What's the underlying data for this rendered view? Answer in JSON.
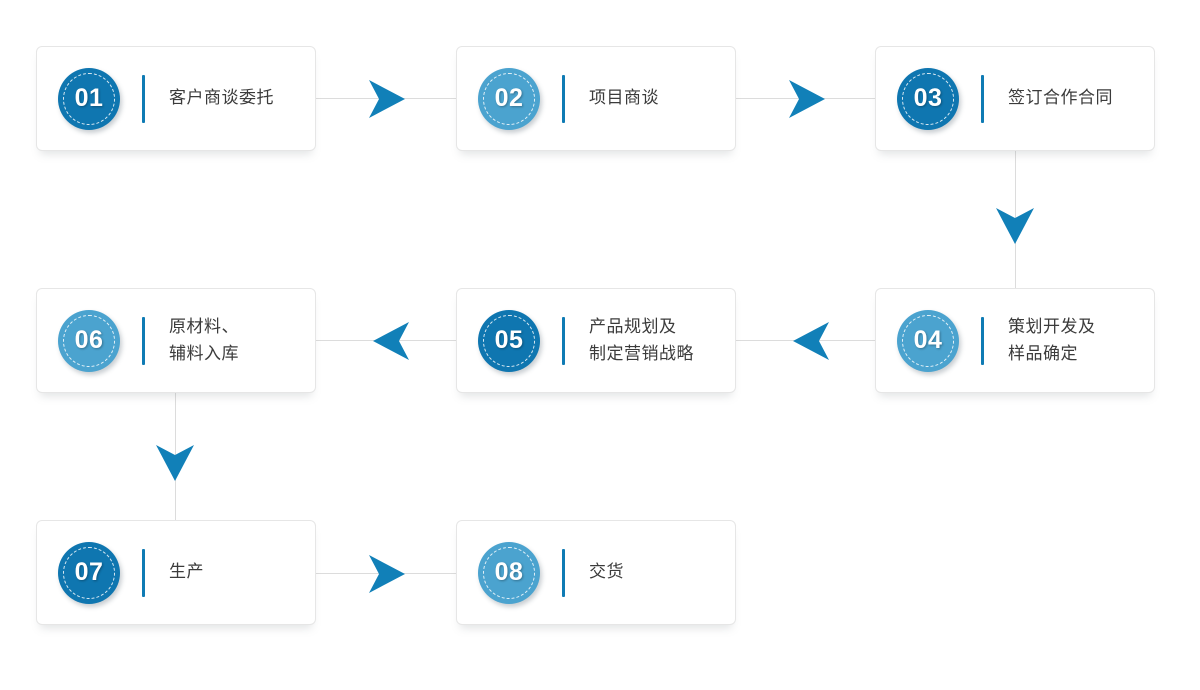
{
  "diagram": {
    "type": "process-flow",
    "title": "",
    "background_color": "#ffffff",
    "colors": {
      "badge_dark": "#0f76b0",
      "badge_light": "#4ba3cf",
      "divider": "#0f7bb4",
      "arrow": "#1180b8",
      "connector_line": "#dcdcdc",
      "card_background": "#ffffff",
      "card_border": "#e6e6e6",
      "label_text": "#3b3b3b"
    },
    "steps": [
      {
        "number": "01",
        "label": "客户商谈委托",
        "badge_style": "dark"
      },
      {
        "number": "02",
        "label": "项目商谈",
        "badge_style": "light"
      },
      {
        "number": "03",
        "label": "签订合作合同",
        "badge_style": "dark"
      },
      {
        "number": "04",
        "label": "策划开发及\n样品确定",
        "badge_style": "light"
      },
      {
        "number": "05",
        "label": "产品规划及\n制定营销战略",
        "badge_style": "dark"
      },
      {
        "number": "06",
        "label": "原材料、\n辅料入库",
        "badge_style": "light"
      },
      {
        "number": "07",
        "label": "生产",
        "badge_style": "dark"
      },
      {
        "number": "08",
        "label": "交货",
        "badge_style": "light"
      }
    ],
    "connectors": [
      {
        "from": "01",
        "to": "02",
        "direction": "right"
      },
      {
        "from": "02",
        "to": "03",
        "direction": "right"
      },
      {
        "from": "03",
        "to": "04",
        "direction": "down"
      },
      {
        "from": "04",
        "to": "05",
        "direction": "left"
      },
      {
        "from": "05",
        "to": "06",
        "direction": "left"
      },
      {
        "from": "06",
        "to": "07",
        "direction": "down"
      },
      {
        "from": "07",
        "to": "08",
        "direction": "right"
      }
    ]
  }
}
